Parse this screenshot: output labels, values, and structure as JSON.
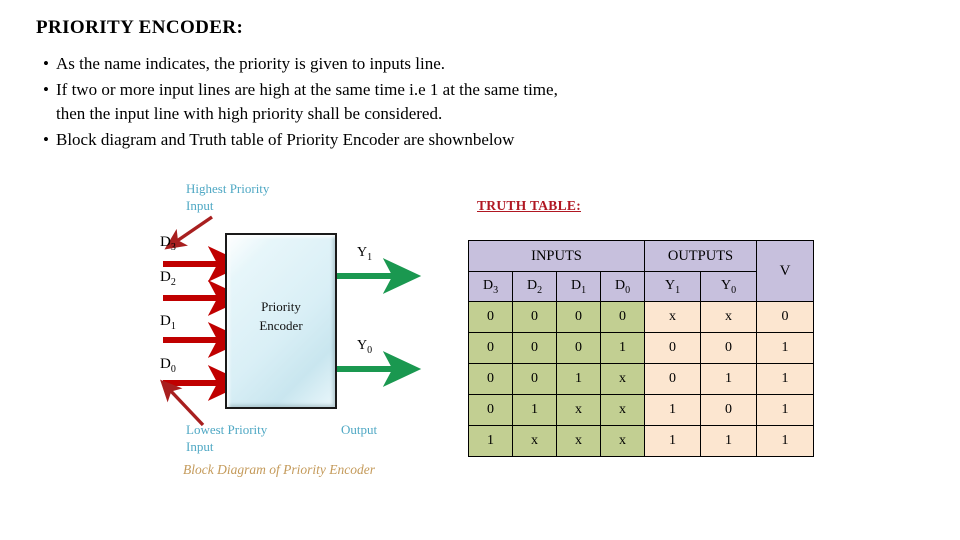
{
  "slide": {
    "title": "PRIORITY ENCODER:",
    "bullets": [
      {
        "text": "As the name indicates, the priority is given to inputs line.",
        "continuation": ""
      },
      {
        "text": "If two or more input lines are high at the same time i.e 1 at the same time,",
        "continuation": "then the input line with high priority shall be considered."
      },
      {
        "text": "Block diagram and Truth table of Priority Encoder are shownbelow",
        "continuation": ""
      }
    ],
    "bullet_marker": "•"
  },
  "block_diagram": {
    "caption": "Block Diagram of Priority  Encoder",
    "box_label_line1": "Priority",
    "box_label_line2": "Encoder",
    "highest_priority_line1": "Highest Priority",
    "highest_priority_line2": "Input",
    "lowest_priority_line1": "Lowest Priority",
    "lowest_priority_line2": "Input",
    "output_label": "Output",
    "inputs": [
      {
        "name": "D",
        "sub": "3"
      },
      {
        "name": "D",
        "sub": "2"
      },
      {
        "name": "D",
        "sub": "1"
      },
      {
        "name": "D",
        "sub": "0"
      }
    ],
    "outputs": [
      {
        "name": "Y",
        "sub": "1"
      },
      {
        "name": "Y",
        "sub": "0"
      }
    ],
    "colors": {
      "input_arrow": "#c00000",
      "output_arrow": "#1a9850",
      "annotation_text": "#4fa8c4",
      "caption_text": "#c49a5a",
      "box_fill": "#d9eff6",
      "box_border": "#1a1a1a"
    }
  },
  "truth_table": {
    "title": "TRUTH TABLE:",
    "title_color": "#b01722",
    "group_headers": [
      {
        "label": "INPUTS",
        "span": 4
      },
      {
        "label": "OUTPUTS",
        "span": 2
      },
      {
        "label": "V",
        "span": 1
      }
    ],
    "sub_headers": [
      {
        "name": "D",
        "sub": "3"
      },
      {
        "name": "D",
        "sub": "2"
      },
      {
        "name": "D",
        "sub": "1"
      },
      {
        "name": "D",
        "sub": "0"
      },
      {
        "name": "Y",
        "sub": "1"
      },
      {
        "name": "Y",
        "sub": "0"
      }
    ],
    "rows": [
      {
        "inputs": [
          "0",
          "0",
          "0",
          "0"
        ],
        "outputs": [
          "x",
          "x"
        ],
        "v": "0"
      },
      {
        "inputs": [
          "0",
          "0",
          "0",
          "1"
        ],
        "outputs": [
          "0",
          "0"
        ],
        "v": "1"
      },
      {
        "inputs": [
          "0",
          "0",
          "1",
          "x"
        ],
        "outputs": [
          "0",
          "1"
        ],
        "v": "1"
      },
      {
        "inputs": [
          "0",
          "1",
          "x",
          "x"
        ],
        "outputs": [
          "1",
          "0"
        ],
        "v": "1"
      },
      {
        "inputs": [
          "1",
          "x",
          "x",
          "x"
        ],
        "outputs": [
          "1",
          "1"
        ],
        "v": "1"
      }
    ],
    "colors": {
      "header_bg": "#c7c0dd",
      "input_bg": "#c2cf92",
      "output_bg": "#fce6d0",
      "border": "#000000"
    }
  }
}
